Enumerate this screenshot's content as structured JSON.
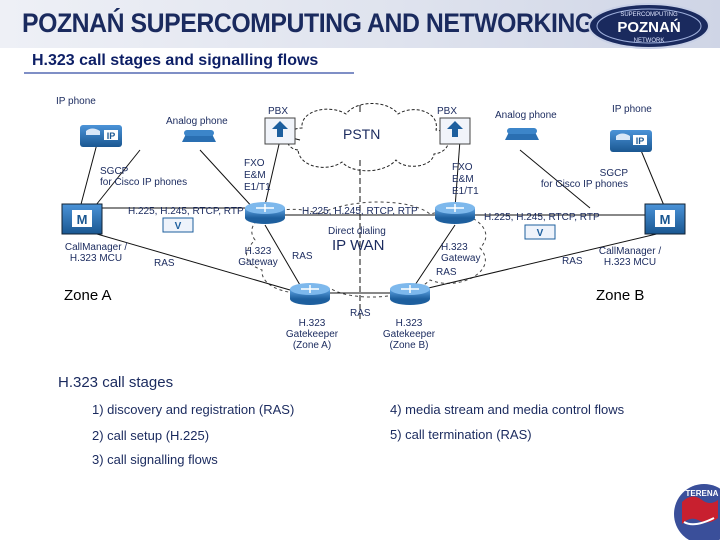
{
  "header": {
    "banner_title": "POZNAŃ SUPERCOMPUTING AND NETWORKING CENTER",
    "logo_top_text": "SUPERCOMPUTING",
    "logo_main_text": "POZNAŃ",
    "logo_bottom_text": "NETWORK"
  },
  "slide": {
    "title": "H.323 call stages and signalling flows"
  },
  "diagram": {
    "ip_phone_left": "IP phone",
    "ip_phone_right": "IP phone",
    "analog_phone_left": "Analog phone",
    "analog_phone_right": "Analog phone",
    "pbx_left": "PBX",
    "pbx_right": "PBX",
    "pstn": "PSTN",
    "fxo_left": [
      "FXO",
      "E&M",
      "E1/T1"
    ],
    "fxo_right": [
      "FXO",
      "E&M",
      "E1/T1"
    ],
    "sgcp_left": [
      "SGCP",
      "for Cisco IP phones"
    ],
    "sgcp_right": [
      "SGCP",
      "for Cisco IP phones"
    ],
    "flow_left": "H.225, H.245, RTCP, RTP",
    "flow_middle": "H.225, H.245, RTCP, RTP",
    "flow_right": "H.225, H.245, RTCP, RTP",
    "direct_dialing": "Direct dialing",
    "ip_wan": "IP WAN",
    "callmanager_left": [
      "CallManager /",
      "H.323 MCU"
    ],
    "callmanager_right": [
      "CallManager /",
      "H.323 MCU"
    ],
    "ras_left": "RAS",
    "ras_mid_left": "RAS",
    "ras_mid_right": "RAS",
    "ras_right": "RAS",
    "ras_bottom": "RAS",
    "gateway_left": [
      "H.323",
      "Gateway"
    ],
    "gateway_right": [
      "H.323",
      "Gateway"
    ],
    "gatekeeper_a": [
      "H.323",
      "Gatekeeper",
      "(Zone A)"
    ],
    "gatekeeper_b": [
      "H.323",
      "Gatekeeper",
      "(Zone B)"
    ],
    "zone_a": "Zone A",
    "zone_b": "Zone B",
    "ip_badge": "IP",
    "v_badge": "V",
    "m_badge": "M"
  },
  "stages": {
    "heading": "H.323 call stages",
    "items": [
      "1) discovery and registration (RAS)",
      "2) call setup (H.225)",
      "3) call signalling flows",
      "4) media stream and media control flows",
      "5) call termination (RAS)"
    ]
  },
  "footer": {
    "logo_text": "TERENA"
  },
  "colors": {
    "banner_text": "#1a2a5e",
    "title": "#0d1f66",
    "device_blue": "#1f6fb8",
    "router_blue": "#2a7cc7",
    "line": "#111111"
  }
}
